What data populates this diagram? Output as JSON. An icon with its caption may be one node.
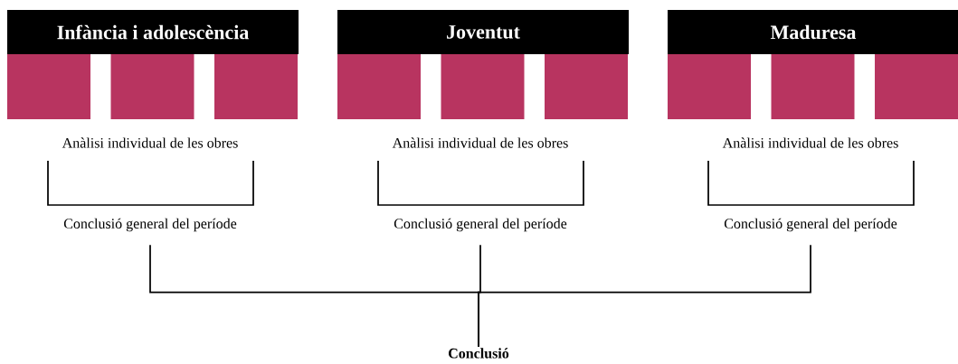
{
  "diagram": {
    "nodes": [
      {
        "text": [
          "Infància i adolescència"
        ]
      },
      {
        "text": [
          "Joventut"
        ]
      },
      {
        "text": [
          "Maduresa"
        ]
      },
      {
        "text": [],
        "shape": "box"
      },
      {
        "text": [],
        "shape": "box"
      },
      {
        "text": [],
        "shape": "box"
      },
      {
        "text": [],
        "shape": "box"
      },
      {
        "text": [],
        "shape": "box"
      },
      {
        "text": [],
        "shape": "box"
      },
      {
        "text": [],
        "shape": "box"
      },
      {
        "text": [],
        "shape": "box"
      },
      {
        "text": [],
        "shape": "box"
      },
      {
        "text": [
          "Anàlisi individual de les obres"
        ]
      },
      {
        "text": [
          "Anàlisi individual de les obres"
        ]
      },
      {
        "text": [
          "Anàlisi individual de les obres"
        ]
      },
      {
        "text": [
          "Conclusió general del període"
        ]
      },
      {
        "text": [
          "Conclusió general del període"
        ]
      },
      {
        "text": [
          "Conclusió general del període"
        ]
      },
      {
        "text": [
          "Conclusió"
        ]
      }
    ],
    "edges": [
      {
        "from": 15,
        "to": 18,
        "arrow": "none"
      },
      {
        "from": 16,
        "to": 18,
        "arrow": "none"
      },
      {
        "from": 17,
        "to": 18,
        "arrow": "none"
      }
    ]
  }
}
